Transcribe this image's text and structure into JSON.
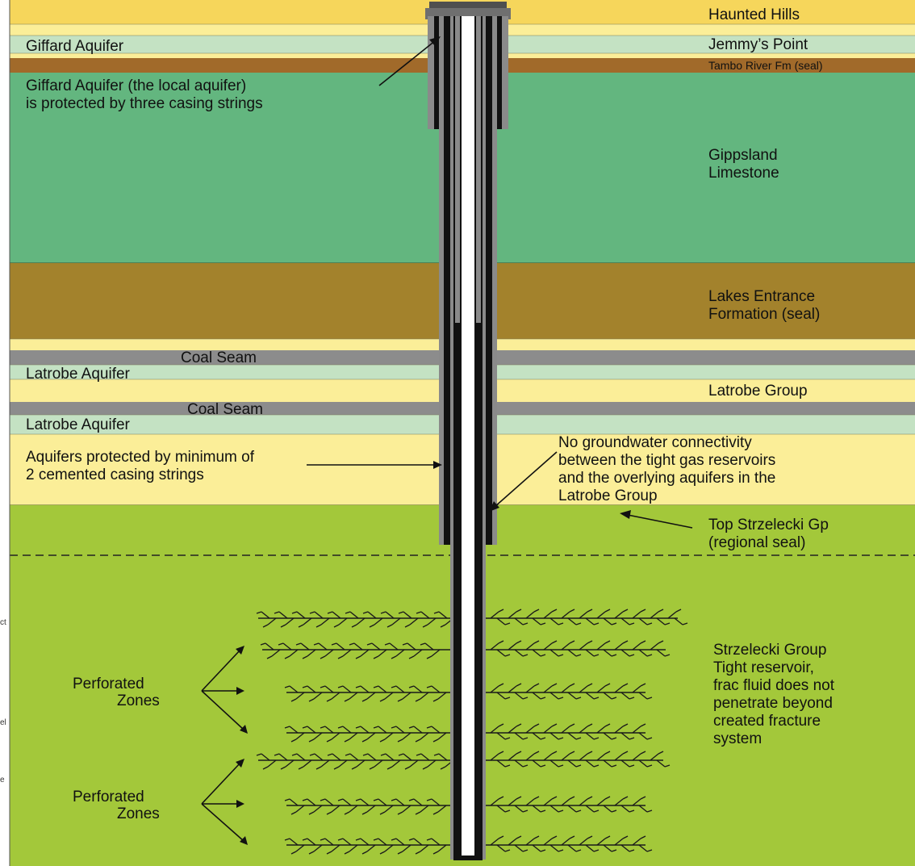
{
  "formations": {
    "haunted_hills": "Haunted Hills",
    "jemmys_point": "Jemmy’s Point",
    "tambo_river": "Tambo River Fm (seal)",
    "gippsland_1": "Gippsland",
    "gippsland_2": "Limestone",
    "lakes_1": "Lakes Entrance",
    "lakes_2": "Formation (seal)",
    "coal_seam_1": "Coal Seam",
    "latrobe_group": "Latrobe Group",
    "coal_seam_2": "Coal Seam",
    "strz_top_1": "Top Strzelecki Gp",
    "strz_top_2": "(regional seal)",
    "strz_grp_1": "Strzelecki Group",
    "strz_grp_2": "Tight reservoir,",
    "strz_grp_3": "frac fluid does not",
    "strz_grp_4": "penetrate beyond",
    "strz_grp_5": "created fracture",
    "strz_grp_6": "system"
  },
  "aquifers": {
    "giffard": "Giffard Aquifer",
    "latrobe_1": "Latrobe Aquifer",
    "latrobe_2": "Latrobe Aquifer"
  },
  "annotations": {
    "giffard_1": "Giffard Aquifer (the local aquifer)",
    "giffard_2": "is protected by three casing strings",
    "aquifers_1": "Aquifers protected by minimum of",
    "aquifers_2": "2 cemented casing strings",
    "conn_1": "No groundwater connectivity",
    "conn_2": "between the tight gas reservoirs",
    "conn_3": "and the overlying aquifers in the",
    "conn_4": "Latrobe Group",
    "perf_a_1": "Perforated",
    "perf_a_2": "Zones",
    "perf_b_1": "Perforated",
    "perf_b_2": "Zones"
  },
  "edge_fragments": {
    "f1": "ct",
    "f2": "el",
    "f3": "e"
  },
  "colors": {
    "yellow_light": "#fbee98",
    "yellow_dark": "#f6d65b",
    "aquifer_blue": "#c4e2c3",
    "tambo_brown": "#a16a2a",
    "limestone_green": "#63b67f",
    "lakes_brown": "#a3822c",
    "coal_grey": "#8c8c8c",
    "strzelecki_green": "#a3c83a",
    "casing_black": "#111111",
    "cement_grey": "#8a8a8a"
  }
}
